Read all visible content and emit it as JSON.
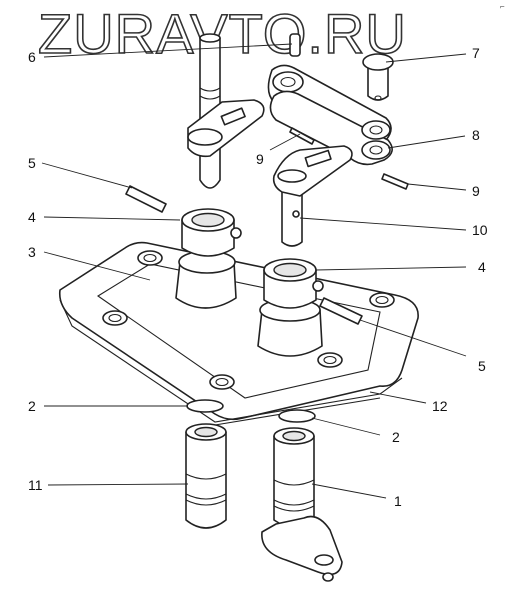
{
  "watermark": "ZURAVTO.RU",
  "corner_mark": "⌐",
  "callouts": {
    "c6": "6",
    "c7": "7",
    "c8": "8",
    "c9a": "9",
    "c9b": "9",
    "c5a": "5",
    "c5b": "5",
    "c4a": "4",
    "c4b": "4",
    "c3": "3",
    "c10": "10",
    "c2a": "2",
    "c2b": "2",
    "c12": "12",
    "c11": "11",
    "c1": "1"
  }
}
